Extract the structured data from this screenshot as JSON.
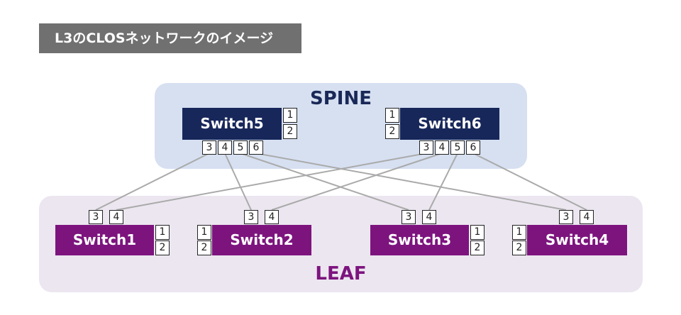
{
  "title": "L3のCLOSネットワークのイメージ",
  "spine": {
    "label": "SPINE",
    "switches": [
      {
        "name": "Switch5",
        "side_ports": [
          "1",
          "2"
        ],
        "down_ports": [
          "3",
          "4",
          "5",
          "6"
        ]
      },
      {
        "name": "Switch6",
        "side_ports": [
          "1",
          "2"
        ],
        "down_ports": [
          "3",
          "4",
          "5",
          "6"
        ]
      }
    ]
  },
  "leaf": {
    "label": "LEAF",
    "switches": [
      {
        "name": "Switch1",
        "side_ports": [
          "1",
          "2"
        ],
        "up_ports": [
          "3",
          "4"
        ]
      },
      {
        "name": "Switch2",
        "side_ports": [
          "1",
          "2"
        ],
        "up_ports": [
          "3",
          "4"
        ]
      },
      {
        "name": "Switch3",
        "side_ports": [
          "1",
          "2"
        ],
        "up_ports": [
          "3",
          "4"
        ]
      },
      {
        "name": "Switch4",
        "side_ports": [
          "1",
          "2"
        ],
        "up_ports": [
          "3",
          "4"
        ]
      }
    ]
  },
  "colors": {
    "spine_region": "#d6e0f1",
    "leaf_region": "#ece6f0",
    "spine_switch": "#17275a",
    "leaf_switch": "#7d147e",
    "title_bg": "#707070",
    "link": "#aaaaaa"
  }
}
